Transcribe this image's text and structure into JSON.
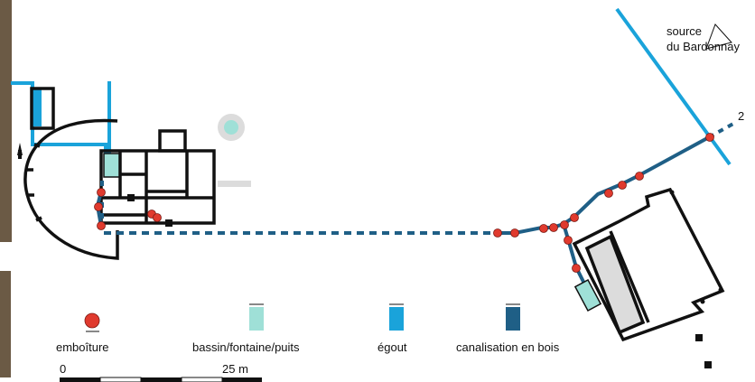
{
  "colors": {
    "joint": "#e03a2e",
    "basin": "#9fe0d7",
    "sewer": "#1aa3da",
    "wood_pipe": "#1f5f86",
    "wall": "#111111",
    "grey_fill": "#dcdcdc",
    "photo_strip": "#6b5a45"
  },
  "legend": {
    "items": [
      {
        "label": "emboîture",
        "icon": "red-dot-icon"
      },
      {
        "label": "bassin/fontaine/puits",
        "icon": "aqua-rect-icon"
      },
      {
        "label": "égout",
        "icon": "blue-bar-icon"
      },
      {
        "label": "canalisation en bois",
        "icon": "navy-bar-icon"
      }
    ]
  },
  "scale": {
    "start": "0",
    "end": "25 m"
  },
  "source": {
    "line1": "source",
    "line2": "du Bardonnay"
  },
  "marker": {
    "number": "2"
  }
}
